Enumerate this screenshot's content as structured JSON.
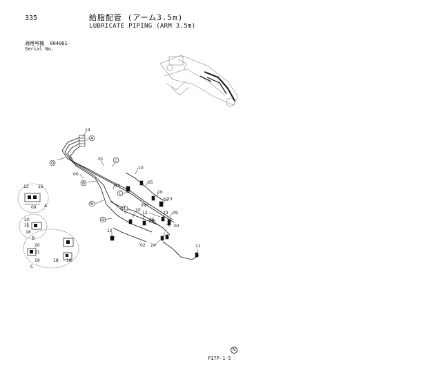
{
  "header": {
    "page_number": "335",
    "title_jp": "給脂配管 (アーム3.5m)",
    "title_en": "LUBRICATE PIPING (ARM 3.5m)",
    "serial_label_jp": "適用号機",
    "serial_value": "004001-",
    "serial_label_en": "Serial No."
  },
  "callouts": {
    "c14": "14",
    "cA": "A",
    "cD": "D",
    "c01": "01",
    "cC1": "C",
    "c10a": "10",
    "c00": "00",
    "cB1": "B",
    "c03": "03",
    "c05a": "05",
    "cC2": "C",
    "c10b": "10",
    "c05b": "05",
    "c23a": "23",
    "c09a": "09",
    "c09b": "09",
    "cB2": "B",
    "c07": "07",
    "cC3": "C",
    "c12a": "12",
    "c02a": "02",
    "cD2": "D",
    "c10c": "10",
    "c06": "06",
    "c23b": "23",
    "c09c": "09",
    "c12b": "12",
    "c02b": "02",
    "c24": "24",
    "c11": "11",
    "dA_13": "13",
    "dA_15": "15",
    "dA_09": "09",
    "dA_lbl": "A",
    "dB_20": "20",
    "dB_21": "21",
    "dB_18": "18",
    "dB_lbl": "B",
    "dC_20": "20",
    "dC_21": "21",
    "dC_19": "19",
    "dC_18a": "18",
    "dC_18b": "18",
    "dC_lbl": "C"
  },
  "footer": {
    "symbol": "N",
    "code": "P17P-1-5"
  }
}
